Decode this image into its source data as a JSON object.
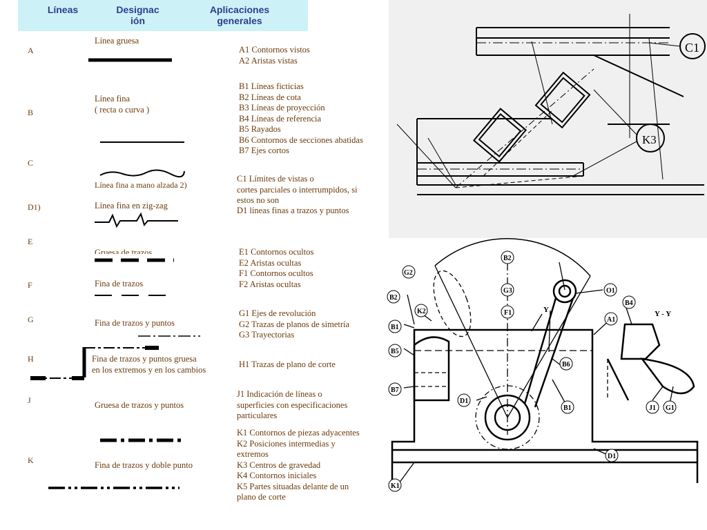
{
  "header": {
    "col1": "Líneas",
    "col2": "Designac\nión",
    "col3": "Aplicaciones\ngenerales"
  },
  "rows": [
    {
      "letter": "A",
      "designation": "Línea gruesa",
      "applications": "A1 Contornos vistos\nA2 Aristas vistas"
    },
    {
      "letter": "B",
      "designation": "Línea fina\n( recta o curva )",
      "applications": "B1 Líneas ficticias\nB2 Líneas de cota\nB3 Líneas de proyección\nB4 Líneas de referencia\nB5 Rayados\nB6 Contornos de secciones abatidas\nB7 Ejes cortos"
    },
    {
      "letter": "C",
      "designation": "Línea fina a mano alzada 2)",
      "applications": " C1 Límites de vistas o\ncortes  parciales o interrumpidos, si\nestos no son"
    },
    {
      "letter": "D1)",
      "designation": "Línea fina en zig-zag",
      "applications": " D1 líneas finas a trazos y puntos"
    },
    {
      "letter": "E",
      "designation": "Gruesa de trazos",
      "applications": "E1 Contornos ocultos\nE2 Aristas ocultas"
    },
    {
      "letter": "F",
      "designation": "Fina de trazos",
      "applications": "F1 Contornos ocultos\nF2 Aristas ocultas"
    },
    {
      "letter": "G",
      "designation": "Fina de trazos y puntos",
      "applications": "G1 Ejes de revolución\nG2 Trazas de planos de simetría\nG3 Trayectorias"
    },
    {
      "letter": "H",
      "designation": "Fina de trazos y puntos  gruesa\nen los extremos y en  los cambios",
      "applications": "H1 Trazas de plano de corte"
    },
    {
      "letter": "J",
      "designation": "Gruesa de trazos y puntos",
      "applications": " J1 Indicación de líneas o\nsuperficies  con especificaciones\nparticulares"
    },
    {
      "letter": "K",
      "designation": "Fina de trazos y doble  punto",
      "applications": " K1 Contornos de piezas adyacentes\n K2 Posiciones intermedias y\nextremos\n K3 Centros de gravedad\n K4 Contornos iniciales\n K5 Partes situadas delante de un\nplano de corte"
    }
  ],
  "figure_top": {
    "labels": [
      "C1",
      "K3"
    ]
  },
  "figure_bottom": {
    "labels": [
      "B2",
      "G2",
      "G3",
      "F1",
      "O1",
      "B4",
      "Y - Y",
      "A1",
      "B2",
      "K2",
      "Y",
      "B1",
      "B5",
      "B6",
      "B7",
      "D1",
      "B1",
      "J1",
      "G1",
      "D1",
      "K1"
    ]
  }
}
